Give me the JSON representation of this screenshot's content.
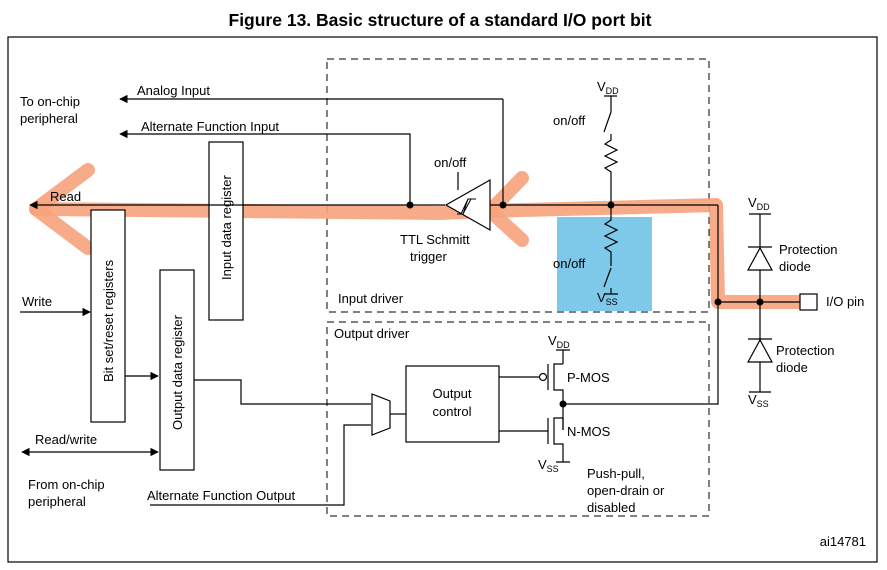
{
  "figure": {
    "title": "Figure 13. Basic structure of a standard I/O port bit",
    "ref": "ai14781"
  },
  "labels": {
    "to_on_chip_1": "To on-chip",
    "to_on_chip_2": "peripheral",
    "analog_input": "Analog Input",
    "alt_func_input": "Alternate Function Input",
    "read": "Read",
    "write": "Write",
    "read_write": "Read/write",
    "from_on_chip_1": "From on-chip",
    "from_on_chip_2": "peripheral",
    "alt_func_output": "Alternate Function Output",
    "input_data_register": "Input data register",
    "bit_set_reset": "Bit set/reset registers",
    "output_data_register": "Output data register",
    "on_off_schmitt": "on/off",
    "ttl_schmitt_1": "TTL Schmitt",
    "ttl_schmitt_2": "trigger",
    "input_driver": "Input driver",
    "output_driver": "Output driver",
    "output_control_1": "Output",
    "output_control_2": "control",
    "p_mos": "P-MOS",
    "n_mos": "N-MOS",
    "push_pull_1": "Push-pull,",
    "push_pull_2": "open-drain or",
    "push_pull_3": "disabled",
    "on_off_pullup": "on/off",
    "on_off_pulldown": "on/off",
    "protection_diode_1": "Protection",
    "protection_diode_2": "diode",
    "protection_diode_3": "Protection",
    "protection_diode_4": "diode",
    "io_pin": "I/O pin",
    "v": "V",
    "dd": "DD",
    "ss": "SS"
  },
  "colors": {
    "highlight_path": "#f7a27b",
    "highlight_box": "#7ec8ea"
  }
}
